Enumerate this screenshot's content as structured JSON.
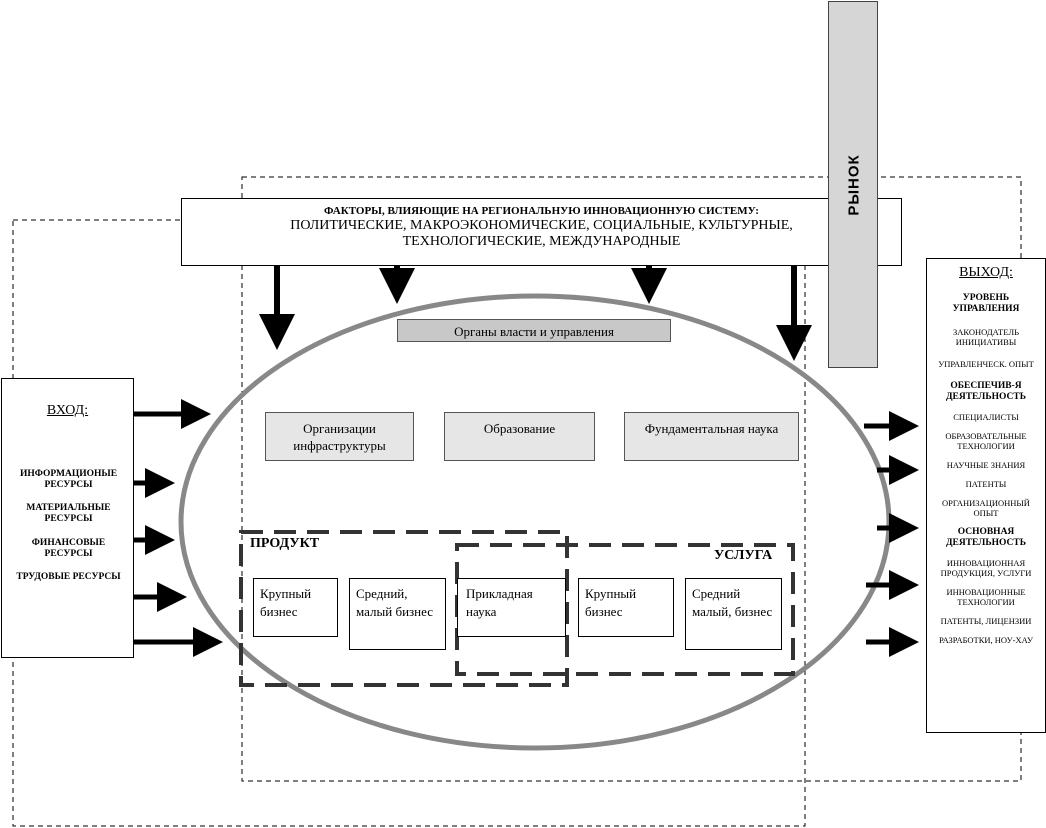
{
  "factors": {
    "title": "ФАКТОРЫ, ВЛИЯЮЩИЕ НА РЕГИОНАЛЬНУЮ ИННОВАЦИОННУЮ СИСТЕМУ:",
    "line1": "ПОЛИТИЧЕСКИЕ, МАКРОЭКОНОМИЧЕСКИЕ, СОЦИАЛЬНЫЕ, КУЛЬТУРНЫЕ,",
    "line2": "ТЕХНОЛОГИЧЕСКИЕ, МЕЖДУНАРОДНЫЕ"
  },
  "market": "РЫНОК",
  "government": "Органы власти и управления",
  "organizations": [
    "Организации инфраструктуры",
    "Образование",
    "Фундаментальная наука"
  ],
  "product_label": "ПРОДУКТ",
  "service_label": "УСЛУГА",
  "business": {
    "large1": "Крупный бизнес",
    "medium1": "Средний, малый бизнес",
    "applied_science": "Прикладная наука",
    "large2": "Крупный бизнес",
    "medium2": "Средний малый, бизнес"
  },
  "input": {
    "title": "ВХОД:",
    "items": [
      "ИНФОРМАЦИОНЫЕ РЕСУРСЫ",
      "МАТЕРИАЛЬНЫЕ РЕСУРСЫ",
      "ФИНАНСОВЫЕ РЕСУРСЫ",
      "ТРУДОВЫЕ РЕСУРСЫ"
    ]
  },
  "output": {
    "title": "ВЫХОД:",
    "groups": [
      {
        "heading": "УРОВЕНЬ УПРАВЛЕНИЯ",
        "items": [
          "ЗАКОНОДАТЕЛЬ ИНИЦИАТИВЫ",
          "УПРАВЛЕНЧЕСК. ОПЫТ"
        ]
      },
      {
        "heading": "ОБЕСПЕЧИВ-Я ДЕЯТЕЛЬНОСТЬ",
        "items": [
          "СПЕЦИАЛИСТЫ",
          "ОБРАЗОВАТЕЛЬНЫЕ ТЕХНОЛОГИИ",
          "НАУЧНЫЕ ЗНАНИЯ",
          "ПАТЕНТЫ",
          "ОРГАНИЗАЦИОННЫЙ ОПЫТ"
        ]
      },
      {
        "heading": "ОСНОВНАЯ ДЕЯТЕЛЬНОСТЬ",
        "items": [
          "ИННОВАЦИОННАЯ ПРОДУКЦИЯ, УСЛУГИ",
          "ИННОВАЦИОННЫЕ ТЕХНОЛОГИИ",
          "ПАТЕНТЫ, ЛИЦЕНЗИИ",
          "РАЗРАБОТКИ, НОУ-ХАУ"
        ]
      }
    ]
  }
}
